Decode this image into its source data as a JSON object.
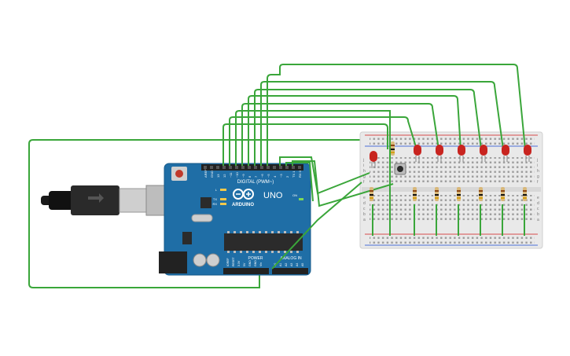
{
  "board": {
    "brand": "ARDUINO",
    "model": "UNO",
    "digital_header": "DIGITAL (PWM~)",
    "power_header": "POWER",
    "analog_header": "ANALOG IN",
    "digital_pins": [
      "AREF",
      "GND",
      "13",
      "12",
      "~11",
      "~10",
      "~9",
      "8",
      "7",
      "~6",
      "~5",
      "4",
      "~3",
      "2",
      "TX 1",
      "RX 0"
    ],
    "power_pins": [
      "IOREF",
      "RESET",
      "3.3V",
      "5V",
      "GND",
      "GND",
      "Vin"
    ],
    "analog_pins": [
      "A0",
      "A1",
      "A2",
      "A3",
      "A4",
      "A5"
    ],
    "indicators": [
      "L",
      "TX",
      "RX",
      "ON"
    ],
    "colors": {
      "board": "#1f6ea6",
      "header": "#222222",
      "wire": "#3aa63a",
      "led": "#c8241f"
    }
  },
  "breadboard": {
    "row_letters_top": [
      "j",
      "i",
      "h",
      "g",
      "f"
    ],
    "row_letters_bottom": [
      "e",
      "d",
      "c",
      "b",
      "a"
    ],
    "leds": 7,
    "resistors": 8,
    "pushbuttons": 1,
    "colors": {
      "body": "#e9e9e9",
      "rail_red": "#d84b4b",
      "rail_blue": "#4b6fd8"
    }
  },
  "cable": {
    "type": "usb-b"
  }
}
